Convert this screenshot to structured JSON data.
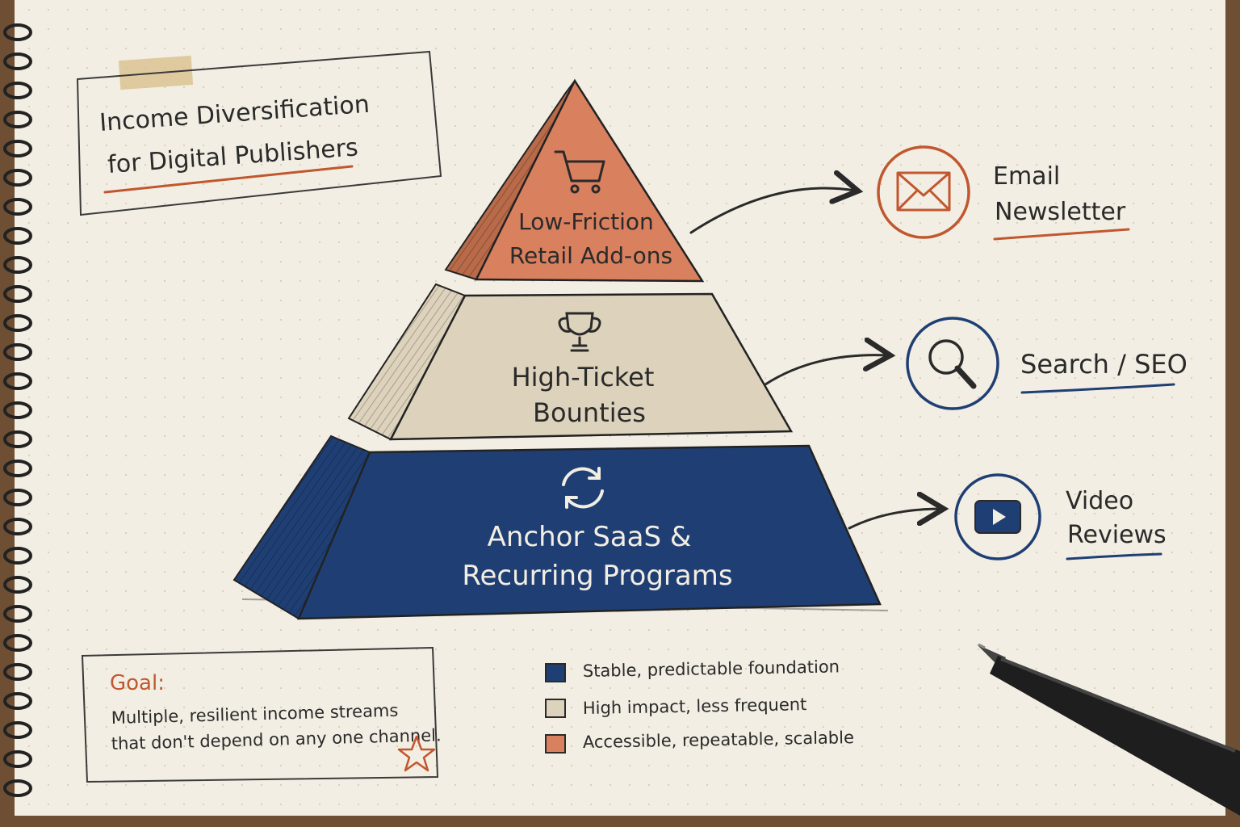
{
  "title": {
    "line1": "Income Diversification",
    "line2": "for Digital Publishers"
  },
  "tiers": [
    {
      "id": "top",
      "label_lines": [
        "Low-Friction",
        "Retail Add-ons"
      ],
      "icon": "shopping-cart-icon",
      "color": "#d9805e"
    },
    {
      "id": "middle",
      "label_lines": [
        "High-Ticket",
        "Bounties"
      ],
      "icon": "trophy-icon",
      "color": "#ddd2bc"
    },
    {
      "id": "bottom",
      "label_lines": [
        "Anchor SaaS &",
        "Recurring Programs"
      ],
      "icon": "refresh-cycle-icon",
      "color": "#1f3f74"
    }
  ],
  "channels": [
    {
      "label_lines": [
        "Email",
        "Newsletter"
      ],
      "icon": "envelope-icon",
      "color": "#c0572f"
    },
    {
      "label_lines": [
        "Search / SEO"
      ],
      "icon": "magnifier-icon",
      "color": "#1f3f74"
    },
    {
      "label_lines": [
        "Video",
        "Reviews"
      ],
      "icon": "play-button-icon",
      "color": "#1f3f74"
    }
  ],
  "goal": {
    "heading": "Goal:",
    "lines": [
      "Multiple, resilient income streams",
      "that don't depend on any one channel."
    ]
  },
  "legend": [
    {
      "color": "#1f3f74",
      "text": "Stable, predictable foundation"
    },
    {
      "color": "#ddd2bc",
      "text": "High impact, less frequent"
    },
    {
      "color": "#d9805e",
      "text": "Accessible, repeatable, scalable"
    }
  ],
  "colors": {
    "paper": "#f3eee3",
    "ink": "#2a2a2a",
    "accent": "#c0572f",
    "navy": "#1f3f74"
  }
}
